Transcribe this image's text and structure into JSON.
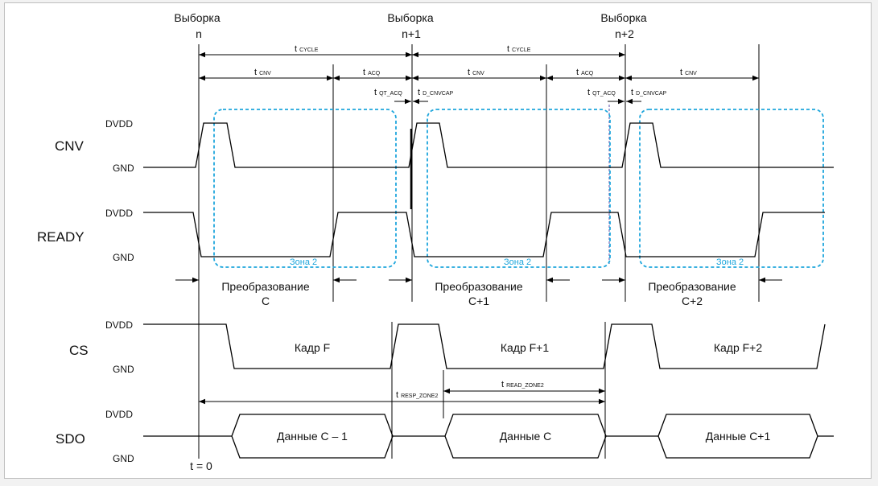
{
  "signals": {
    "cnv": "CNV",
    "ready": "READY",
    "cs": "CS",
    "sdo": "SDO"
  },
  "levels": {
    "high": "DVDD",
    "low": "GND"
  },
  "samples": [
    {
      "label": "Выборка",
      "index": "n"
    },
    {
      "label": "Выборка",
      "index": "n+1"
    },
    {
      "label": "Выборка",
      "index": "n+2"
    }
  ],
  "timing": {
    "t": "t",
    "cycle": "CYCLE",
    "cnv": "CNV",
    "acq": "ACQ",
    "qt_acq": "QT_ACQ",
    "d_cnvcap": "D_CNVCAP",
    "read_zone2": "READ_ZONE2",
    "resp_zone2": "RESP_ZONE2"
  },
  "zone_label": "Зона 2",
  "conversion": {
    "label": "Преобразование",
    "indices": [
      "C",
      "C+1",
      "C+2"
    ]
  },
  "frames": [
    "Кадр F",
    "Кадр F+1",
    "Кадр F+2"
  ],
  "data": [
    "Данные C – 1",
    "Данные C",
    "Данные C+1"
  ],
  "t_zero": "t = 0",
  "colors": {
    "zone_outline": "#1ea6dc",
    "waveform": "#000000"
  }
}
